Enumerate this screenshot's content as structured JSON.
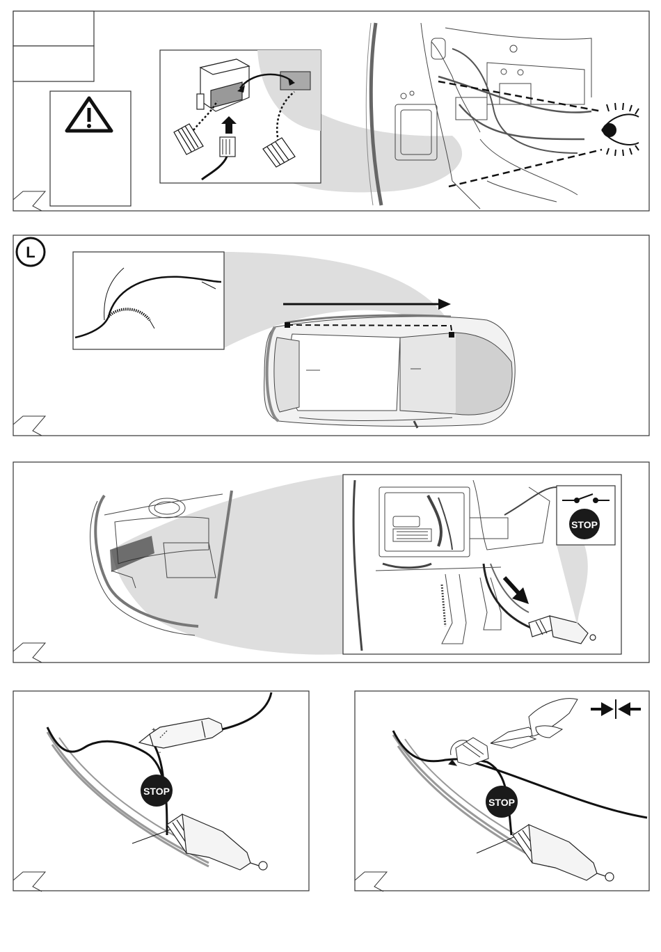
{
  "page": {
    "title": ""
  },
  "panels": [
    {
      "name": "panel-1",
      "step_number": "",
      "caption": ""
    },
    {
      "name": "panel-2",
      "step_number": "",
      "side_badge": "L"
    },
    {
      "name": "panel-3",
      "step_number": "",
      "stop_label": "STOP"
    },
    {
      "name": "panel-4",
      "step_number": "",
      "stop_label": "STOP",
      "tester_marks": [
        "+",
        "-"
      ]
    },
    {
      "name": "panel-5",
      "step_number": "",
      "stop_label": "STOP"
    }
  ],
  "icons": {
    "warning": "warning-triangle-icon",
    "eye": "eye-icon",
    "switch": "switch-icon",
    "crimp": "crimp-arrows-icon",
    "stop": "stop-sign-icon",
    "side": "left-side-badge-icon"
  },
  "colors": {
    "line": "#222222",
    "frame": "#333333",
    "callout": "#dedede",
    "stop": "#1a1a1a"
  }
}
